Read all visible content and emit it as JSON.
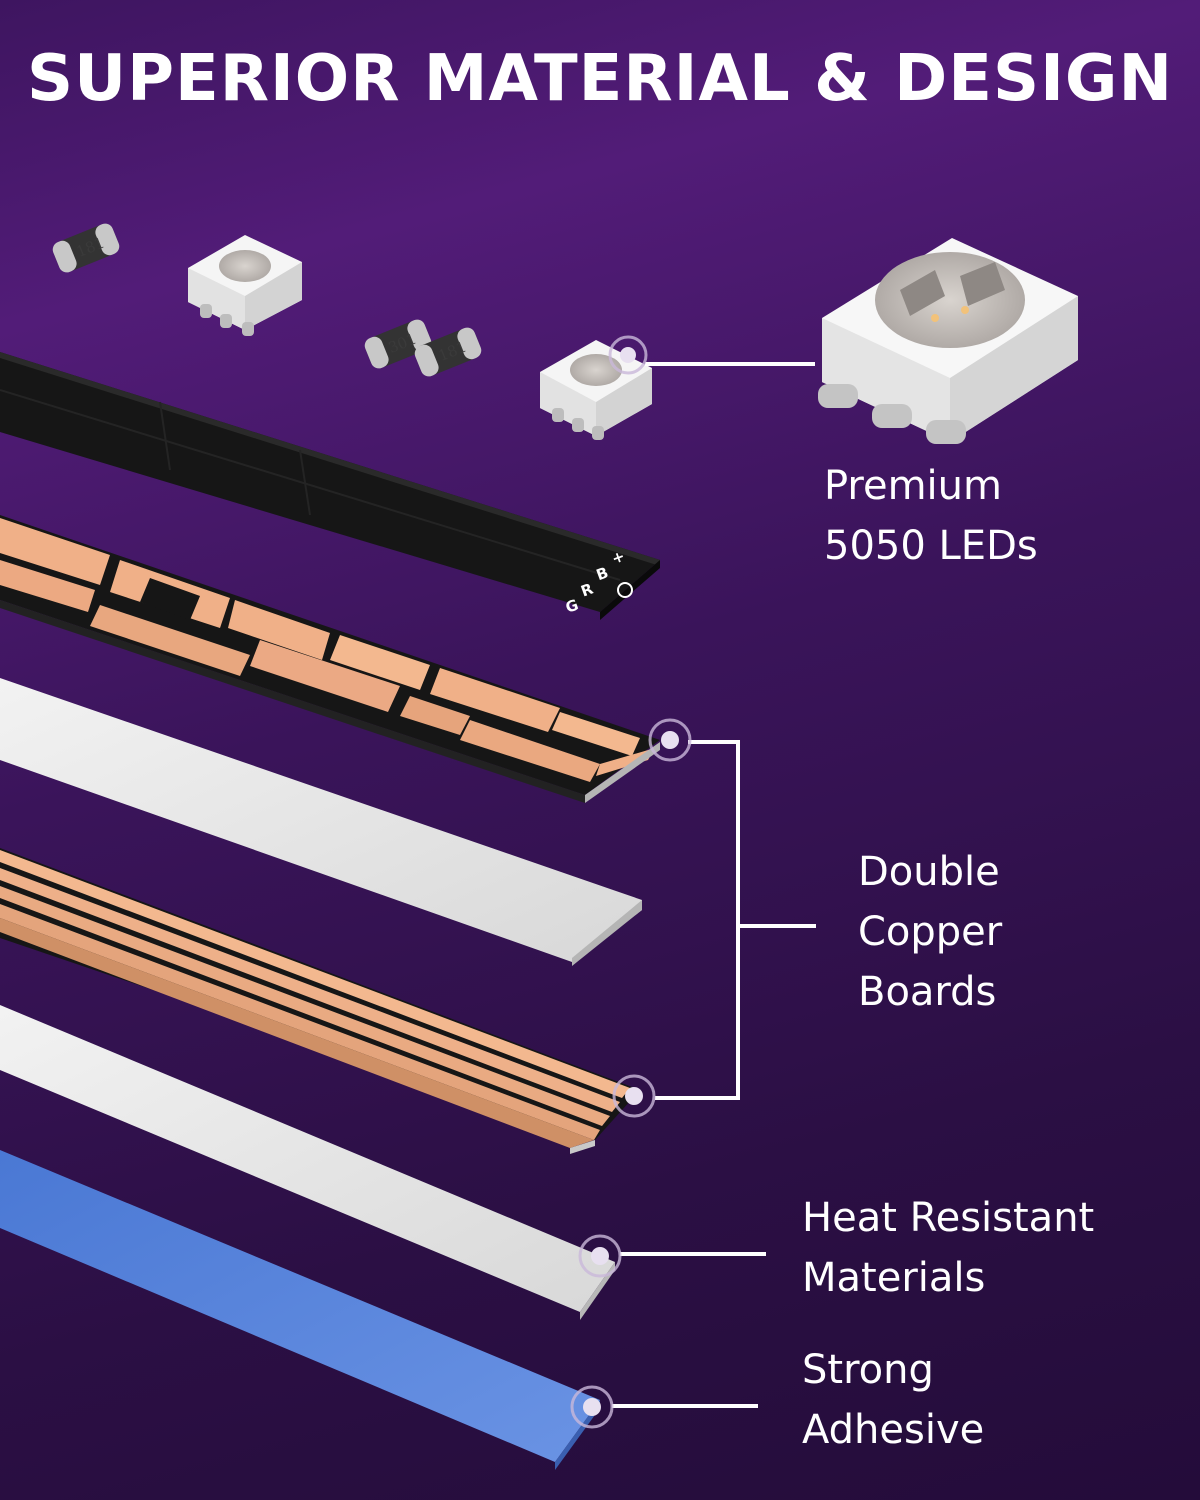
{
  "title": "SUPERIOR MATERIAL & DESIGN",
  "callouts": {
    "led": [
      "Premium",
      "5050 LEDs"
    ],
    "copper": [
      "Double",
      "Copper",
      "Boards"
    ],
    "heat": [
      "Heat Resistant",
      "Materials"
    ],
    "adhesive": [
      "Strong",
      "Adhesive"
    ]
  },
  "pcb_pins": [
    "G",
    "R",
    "B",
    "+"
  ],
  "resistor_codes": [
    "181",
    "301",
    "181"
  ],
  "colors": {
    "background": "#3a145a",
    "copper": "#f0b088",
    "pcb_black": "#161616",
    "white_layer": "#e2e2e2",
    "adhesive_blue": "#5b87dc",
    "text": "#ffffff"
  },
  "icons": {
    "callout_marker": "ring-dot-icon",
    "led_chip": "smd-5050-led-icon",
    "resistor": "smd-resistor-icon"
  }
}
